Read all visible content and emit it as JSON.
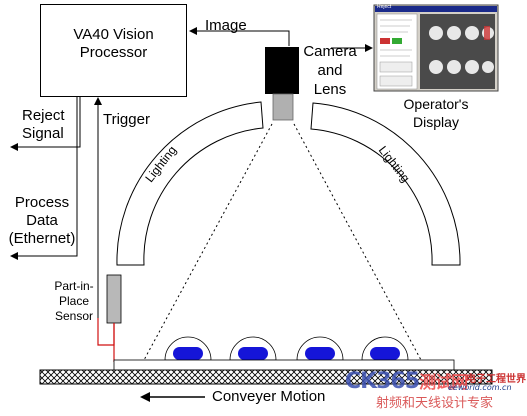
{
  "processor": {
    "title_line1": "VA40 Vision",
    "title_line2": "Processor"
  },
  "image_label": "Image",
  "camera": {
    "line1": "Camera",
    "line2": "and",
    "line3": "Lens"
  },
  "display": {
    "line1": "Operator's",
    "line2": "Display",
    "window_title": "Reject"
  },
  "reject": {
    "line1": "Reject",
    "line2": "Signal"
  },
  "trigger_label": "Trigger",
  "process_data": {
    "line1": "Process",
    "line2": "Data",
    "line3": "(Ethernet)"
  },
  "lighting_left": "Lighting",
  "lighting_right": "Lighting",
  "sensor": {
    "line1": "Part-in-",
    "line2": "Place",
    "line3": "Sensor"
  },
  "conveyor_label": "Conveyer Motion",
  "watermark": {
    "brand": "CK365",
    "brand_suffix": "测试网",
    "site": "eeworld.com.cn",
    "logo": "电子工程世界",
    "cn_text": "射频和天线设计专家"
  },
  "colors": {
    "part_blue": "#1515d8",
    "sensor_gray": "#b8b8b8",
    "camera_body": "#000000",
    "lens_gray": "#b0b0b0",
    "sensor_wire": "#d01010"
  }
}
